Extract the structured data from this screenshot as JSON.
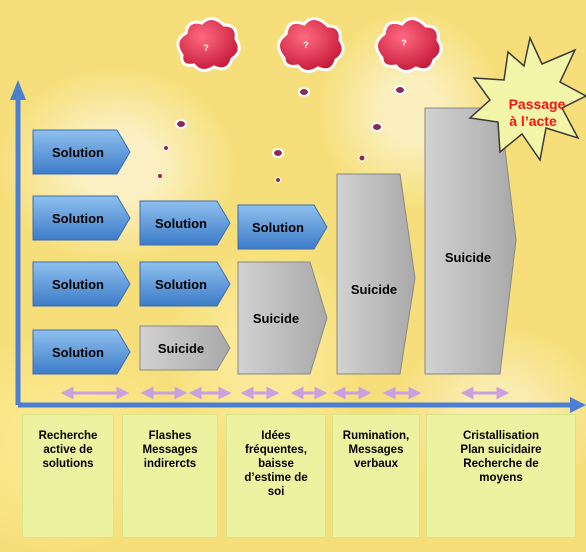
{
  "burst": {
    "label_line1": "Passage",
    "label_line2": "à l’acte",
    "color": "#ff1010"
  },
  "thought_bubble_glyph": "?",
  "box_labels": {
    "solution": "Solution",
    "suicide": "Suicide"
  },
  "stages": [
    {
      "lines": [
        "Recherche",
        "active de",
        "solutions"
      ]
    },
    {
      "lines": [
        "Flashes",
        "Messages",
        "indirercts"
      ]
    },
    {
      "lines": [
        "Idées",
        "fréquentes,",
        "baisse",
        "d’estime de",
        "soi"
      ]
    },
    {
      "lines": [
        "Rumination,",
        "Messages",
        "verbaux"
      ]
    },
    {
      "lines": [
        "Cristallisation",
        "Plan suicidaire",
        "Recherche de",
        "moyens"
      ]
    }
  ],
  "colors": {
    "solution_fill": "#5b9bd5",
    "suicide_fill": "#b8b8b8",
    "axis": "#4a7fd4",
    "stage_bg": "#ebf3a0",
    "bubble": "#d02040",
    "dot": "#8a2a55",
    "range_arrow": "#c9a0e0"
  }
}
